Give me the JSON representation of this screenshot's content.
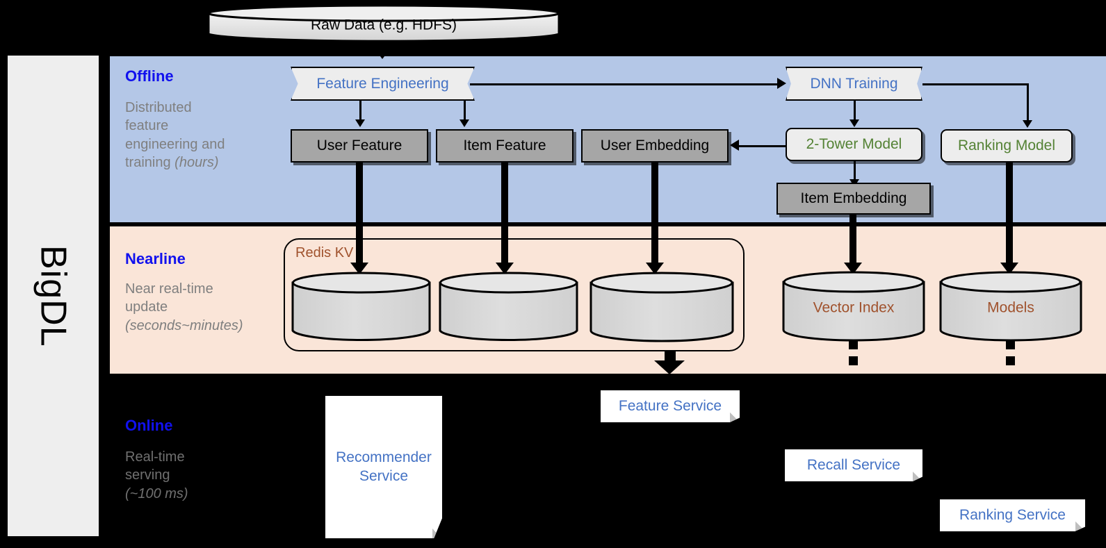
{
  "framework": {
    "name": "BigDL"
  },
  "bands": [
    {
      "id": "offline",
      "title": "Offline",
      "subtitle": "Distributed feature engineering and ",
      "subtitle_italic": "(hours)",
      "color": "#b4c7e7"
    },
    {
      "id": "nearline",
      "title": "Nearline",
      "subtitle": "Near real-time update ",
      "subtitle_italic": "(seconds~minutes)",
      "color": "#fae5d8"
    },
    {
      "id": "online",
      "title": "Online",
      "subtitle": "Real-time serving ",
      "subtitle_italic": "(~100 ms)",
      "color": "#000000"
    }
  ],
  "band_text": {
    "offline_sub_l1": "Distributed",
    "offline_sub_l2": "feature",
    "offline_sub_l3": "engineering and",
    "offline_sub_l4": "training ",
    "offline_sub_italic": "(hours)",
    "nearline_sub_l1": "Near real-time",
    "nearline_sub_l2": "update",
    "nearline_sub_italic": "(seconds~minutes)",
    "online_sub_l1": "Real-time",
    "online_sub_l2": "serving",
    "online_sub_italic": "(~100 ms)"
  },
  "nodes": {
    "raw_data": "Raw Data (e.g. HDFS)",
    "feature_engineering": "Feature Engineering",
    "dnn_training": "DNN Training",
    "user_feature": "User Feature",
    "item_feature": "Item Feature",
    "user_embedding": "User Embedding",
    "two_tower_model": "2-Tower Model",
    "ranking_model": "Ranking Model",
    "item_embedding": "Item Embedding",
    "redis_kv": "Redis KV",
    "vector_index": "Vector Index",
    "models": "Models",
    "feature_service": "Feature Service",
    "recommender_service_l1": "Recommender",
    "recommender_service_l2": "Service",
    "recall_service": "Recall Service",
    "ranking_service": "Ranking Service"
  },
  "colors": {
    "offline_band": "#b4c7e7",
    "nearline_band": "#fae5d8",
    "online_band": "#000000",
    "blue_text": "#4472c4",
    "green_text": "#548235",
    "brown_text": "#a0522d",
    "title_blue": "#1111ee",
    "gray_fill": "#a6a6a6",
    "light_fill": "#ededed",
    "rail_fill": "#eeeeee"
  }
}
